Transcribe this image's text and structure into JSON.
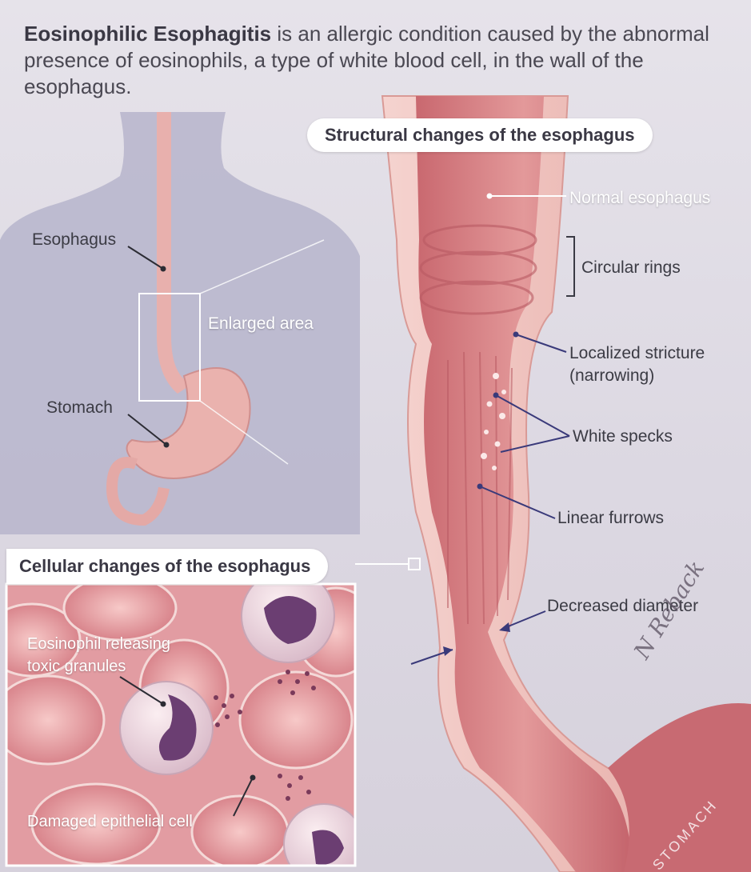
{
  "intro": {
    "lead": "Eosinophilic Esophagitis",
    "rest": " is an allergic condition caused by the abnormal presence of eosinophils, a type of white blood cell, in the wall of the esophagus."
  },
  "panels": {
    "structural_title": "Structural changes of the esophagus",
    "cellular_title": "Cellular changes of the esophagus"
  },
  "body_labels": {
    "esophagus": "Esophagus",
    "enlarged_area": "Enlarged area",
    "stomach": "Stomach"
  },
  "structural_labels": {
    "normal_esophagus": "Normal esophagus",
    "circular_rings": "Circular rings",
    "localized_stricture_line1": "Localized stricture",
    "localized_stricture_line2": "(narrowing)",
    "white_specks": "White specks",
    "linear_furrows": "Linear furrows",
    "decreased_diameter": "Decreased diameter",
    "stomach_wall": "STOMACH"
  },
  "cellular_labels": {
    "eosinophil_line1": "Eosinophil releasing",
    "eosinophil_line2": "toxic granules",
    "damaged_cell": "Damaged epithelial cell"
  },
  "signature": "N Reback",
  "colors": {
    "background": "#ddd9e3",
    "body_silhouette": "#b8b6cc",
    "tissue_pink": "#d9848a",
    "tissue_light": "#f1c6c3",
    "eosinophil_nucleus": "#6b3e72",
    "label_dark": "#3b3b44",
    "label_white": "#ffffff"
  }
}
